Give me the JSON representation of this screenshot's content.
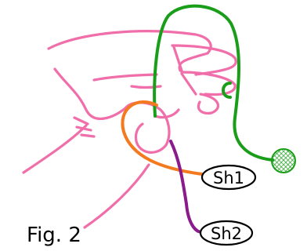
{
  "figure": {
    "caption": "Fig. 2",
    "labels": {
      "sh1": "Sh1",
      "sh2": "Sh2"
    }
  },
  "colors": {
    "hand": "#f06ea9",
    "green_cord": "#1a9e1a",
    "orange_cord": "#f47a20",
    "purple_cord": "#8b1a8b",
    "outline": "#000000"
  }
}
